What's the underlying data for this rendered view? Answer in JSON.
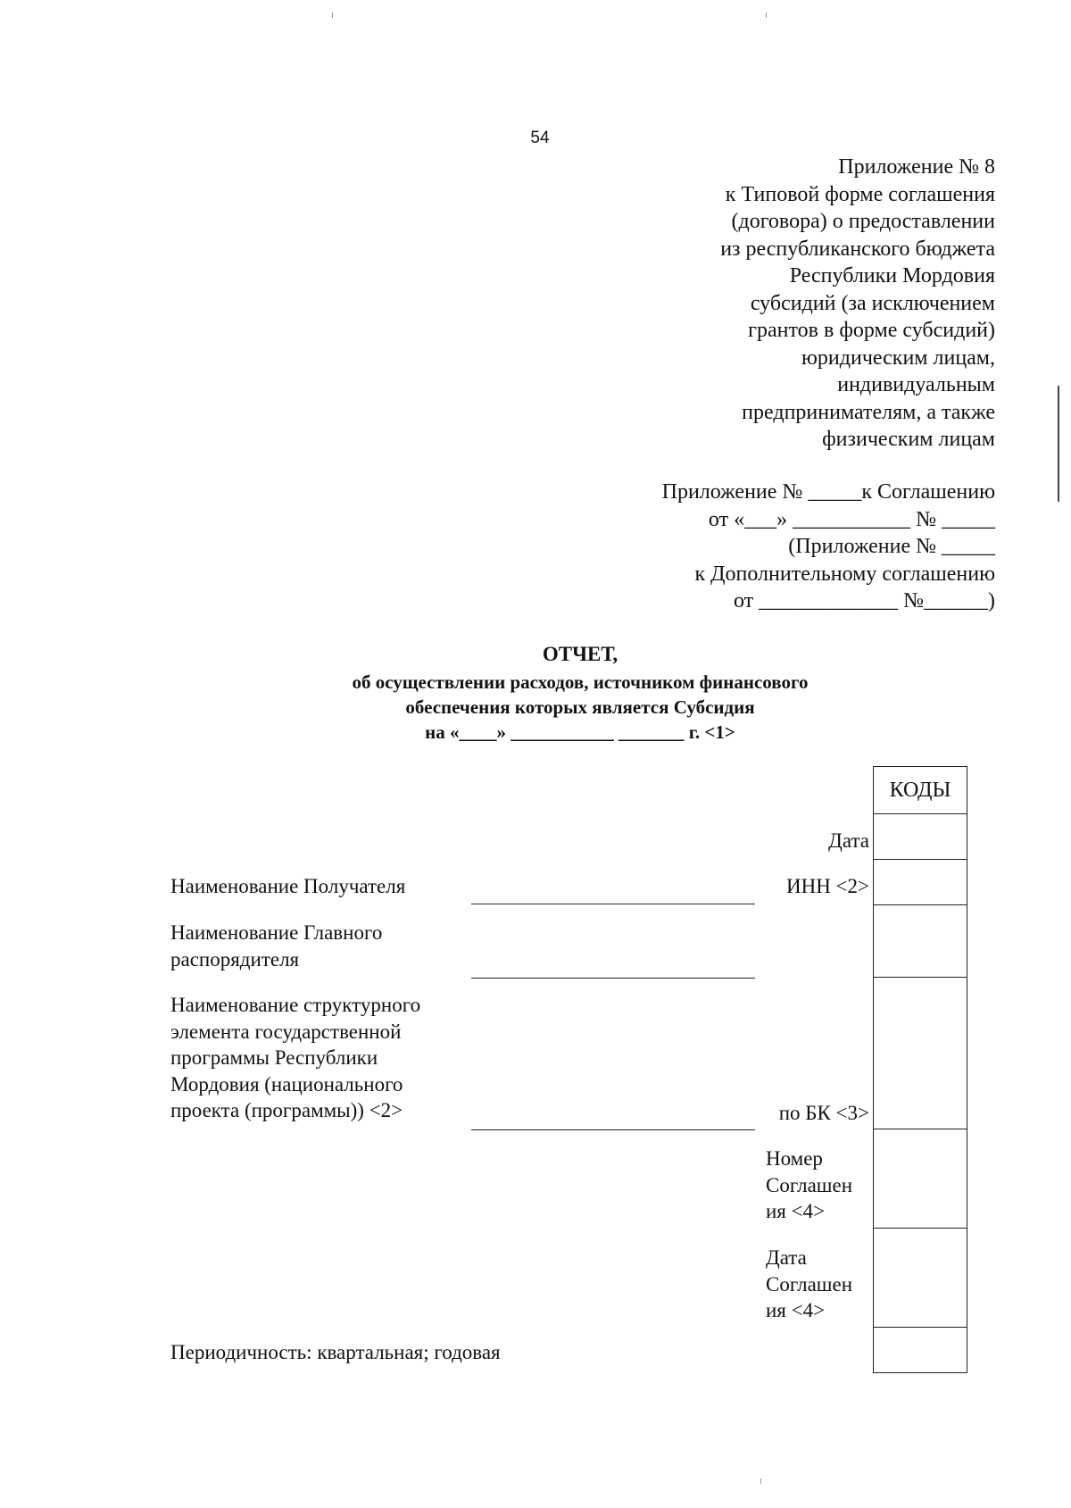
{
  "page_number": "54",
  "appendix_header": [
    "Приложение № 8",
    "к Типовой форме соглашения",
    "(договора) о предоставлении",
    "из республиканского бюджета",
    "Республики Мордовия",
    "субсидий (за исключением",
    "грантов в форме субсидий)",
    "юридическим лицам,",
    "индивидуальным",
    "предпринимателям, а также",
    "физическим лицам"
  ],
  "agreement_block": [
    "Приложение № _____к Соглашению",
    "от «___» ___________ № _____",
    "(Приложение № _____",
    "к Дополнительному соглашению",
    "от _____________ №______)"
  ],
  "report": {
    "title": "ОТЧЕТ,",
    "subtitle_lines": [
      "об осуществлении расходов, источником финансового",
      "обеспечения которых является Субсидия",
      "на «____» ___________ _______ г. <1>"
    ]
  },
  "form": {
    "codes_header": "КОДЫ",
    "recipient_label": "Наименование Получателя",
    "main_manager_label": [
      "Наименование Главного",
      "распорядителя"
    ],
    "structural_element_label": [
      "Наименование структурного",
      "элемента государственной",
      "программы Республики",
      "Мордовия (национального",
      "проекта (программы)) <2>"
    ],
    "periodicity_label": "Периодичность: квартальная; годовая",
    "code_labels": {
      "date": "Дата",
      "inn": "ИНН <2>",
      "bk": "по БК <3>",
      "agreement_number": [
        "Номер",
        "Соглашен",
        "ия <4>"
      ],
      "agreement_date": [
        "Дата",
        "Соглашен",
        "ия <4>"
      ]
    }
  }
}
